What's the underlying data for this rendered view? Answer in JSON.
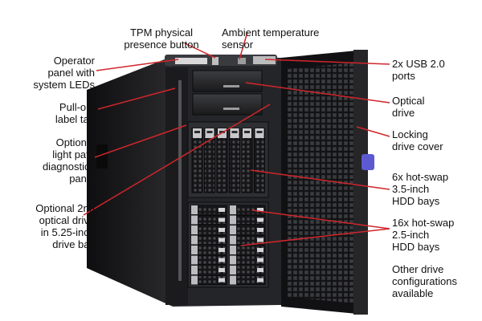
{
  "callouts": {
    "tpm_button": "TPM physical\npresence button",
    "ambient_sensor": "Ambient temperature\nsensor",
    "operator_panel": "Operator\npanel with\nsystem LEDs",
    "pullout_tab": "Pull-out\nlabel tab",
    "light_path": "Optional\nlight path\ndiagnostics\npanel",
    "optical_2nd": "Optional 2nd\noptical drive\nin 5.25-inch\ndrive bay",
    "usb_ports": "2x USB 2.0\nports",
    "optical_drive": "Optical\ndrive",
    "locking_cover": "Locking\ndrive cover",
    "hdd_35": "6x hot-swap\n3.5-inch\nHDD bays",
    "hdd_25": "16x hot-swap\n2.5-inch\nHDD bays",
    "other_configs": "Other drive\nconfigurations\navailable"
  },
  "colors": {
    "leader": "#d0262b",
    "chassis": "#1c1c1e",
    "bezel": "#2b2c2f",
    "door": "#151517",
    "latch": "#5b5ad1"
  }
}
